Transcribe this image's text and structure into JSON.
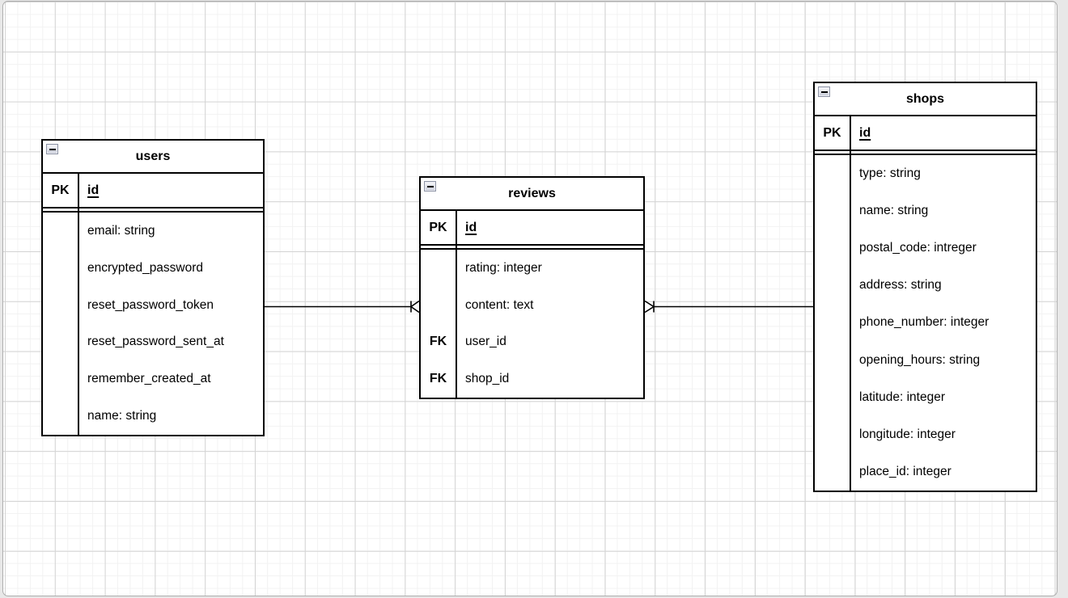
{
  "diagram_type": "entity-relationship",
  "tables": [
    {
      "name": "users",
      "pk": {
        "key": "PK",
        "field": "id"
      },
      "rows": [
        {
          "key": "",
          "field": "email: string"
        },
        {
          "key": "",
          "field": "encrypted_password"
        },
        {
          "key": "",
          "field": "reset_password_token"
        },
        {
          "key": "",
          "field": "reset_password_sent_at"
        },
        {
          "key": "",
          "field": "remember_created_at"
        },
        {
          "key": "",
          "field": "name: string"
        }
      ]
    },
    {
      "name": "reviews",
      "pk": {
        "key": "PK",
        "field": "id"
      },
      "rows": [
        {
          "key": "",
          "field": "rating: integer"
        },
        {
          "key": "",
          "field": "content: text"
        },
        {
          "key": "FK",
          "field": "user_id"
        },
        {
          "key": "FK",
          "field": "shop_id"
        }
      ]
    },
    {
      "name": "shops",
      "pk": {
        "key": "PK",
        "field": "id"
      },
      "rows": [
        {
          "key": "",
          "field": "type: string"
        },
        {
          "key": "",
          "field": "name: string"
        },
        {
          "key": "",
          "field": "postal_code: intreger"
        },
        {
          "key": "",
          "field": "address: string"
        },
        {
          "key": "",
          "field": "phone_number: integer"
        },
        {
          "key": "",
          "field": "opening_hours: string"
        },
        {
          "key": "",
          "field": "latitude: integer"
        },
        {
          "key": "",
          "field": "longitude: integer"
        },
        {
          "key": "",
          "field": "place_id: integer"
        }
      ]
    }
  ],
  "relationships": [
    {
      "from": "users",
      "to": "reviews",
      "marker_at": "reviews",
      "marker": "crow-foot-one-to-many"
    },
    {
      "from": "shops",
      "to": "reviews",
      "marker_at": "reviews",
      "marker": "crow-foot-one-to-many"
    }
  ],
  "colors": {
    "shape_stroke": "#000000",
    "shape_fill": "#ffffff",
    "grid_major": "#d4d4d4",
    "grid_minor": "#f2f2f2"
  }
}
